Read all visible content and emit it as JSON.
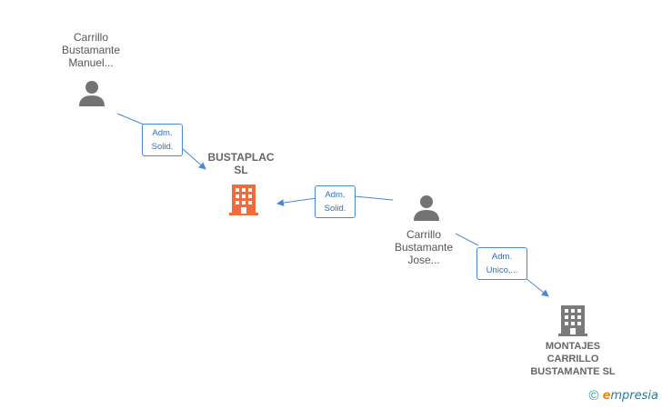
{
  "colors": {
    "edge": "#4a86d4",
    "person": "#737373",
    "company_main": "#f26b38",
    "company_other": "#7a7a7a"
  },
  "nodes": {
    "person1": {
      "lines": [
        "Carrillo",
        "Bustamante",
        "Manuel..."
      ],
      "icon": "person-icon"
    },
    "person2": {
      "lines": [
        "Carrillo",
        "Bustamante",
        "Jose..."
      ],
      "icon": "person-icon"
    },
    "company1": {
      "lines": [
        "BUSTAPLAC",
        "SL"
      ],
      "icon": "building-icon"
    },
    "company2": {
      "lines": [
        "MONTAJES",
        "CARRILLO",
        "BUSTAMANTE SL"
      ],
      "icon": "building-icon"
    }
  },
  "edges": {
    "e1": {
      "lines": [
        "Adm.",
        "Solid."
      ]
    },
    "e2": {
      "lines": [
        "Adm.",
        "Solid."
      ]
    },
    "e3": {
      "lines": [
        "Adm.",
        "Unico,..."
      ]
    }
  },
  "footer": {
    "copyright": "©",
    "brand_e": "e",
    "brand_rest": "mpresia"
  }
}
